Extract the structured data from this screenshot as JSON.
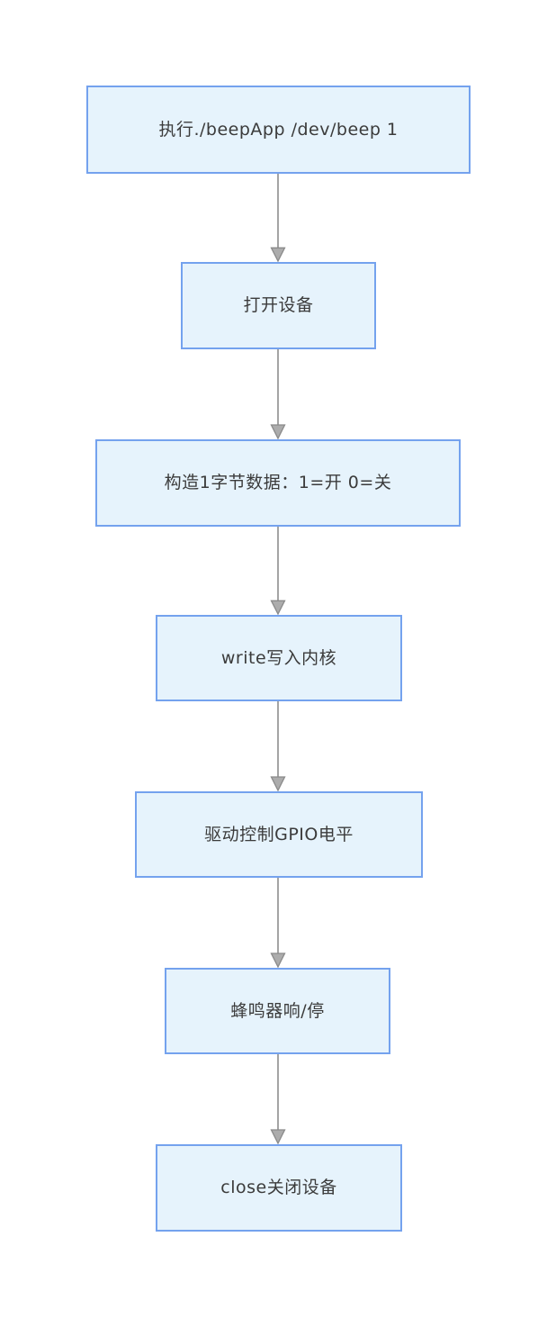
{
  "diagram": {
    "type": "flowchart",
    "direction": "top-down",
    "nodes": [
      {
        "label": "执行./beepApp /dev/beep 1"
      },
      {
        "label": "打开设备"
      },
      {
        "label": "构造1字节数据：1=开 0=关"
      },
      {
        "label": "write写入内核"
      },
      {
        "label": "驱动控制GPIO电平"
      },
      {
        "label": "蜂鸣器响/停"
      },
      {
        "label": "close关闭设备"
      }
    ],
    "edges": [
      {
        "from": 0,
        "to": 1
      },
      {
        "from": 1,
        "to": 2
      },
      {
        "from": 2,
        "to": 3
      },
      {
        "from": 3,
        "to": 4
      },
      {
        "from": 4,
        "to": 5
      },
      {
        "from": 5,
        "to": 6
      }
    ],
    "colors": {
      "background": "#ffffff",
      "node_fill": "#e6f3fc",
      "node_border": "#74a2ee",
      "node_text": "#3b3b3b",
      "arrow_line": "#a4a4a4",
      "arrow_head_fill": "#acacac",
      "arrow_head_stroke": "#8a8a8a"
    }
  }
}
